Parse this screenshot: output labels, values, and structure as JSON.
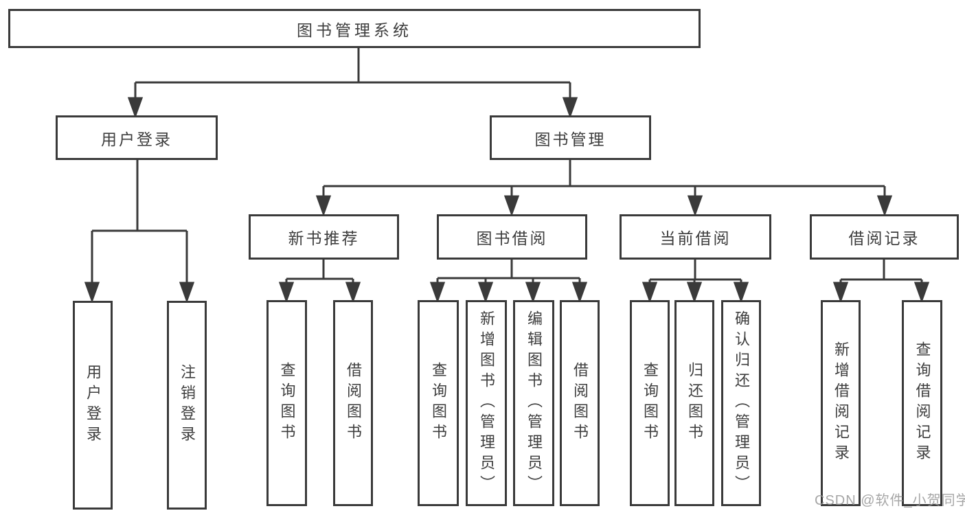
{
  "tree": {
    "label": "图书管理系统",
    "children": [
      {
        "label": "用户登录",
        "children": [
          {
            "label": "用户登录"
          },
          {
            "label": "注销登录"
          }
        ]
      },
      {
        "label": "图书管理",
        "children": [
          {
            "label": "新书推荐",
            "children": [
              {
                "label": "查询图书"
              },
              {
                "label": "借阅图书"
              }
            ]
          },
          {
            "label": "图书借阅",
            "children": [
              {
                "label": "查询图书"
              },
              {
                "label": "新增图书（管理员）"
              },
              {
                "label": "编辑图书（管理员）"
              },
              {
                "label": "借阅图书"
              }
            ]
          },
          {
            "label": "当前借阅",
            "children": [
              {
                "label": "查询图书"
              },
              {
                "label": "归还图书"
              },
              {
                "label": "确认归还（管理员）"
              }
            ]
          },
          {
            "label": "借阅记录",
            "children": [
              {
                "label": "新增借阅记录"
              },
              {
                "label": "查询借阅记录"
              }
            ]
          }
        ]
      }
    ]
  },
  "watermark": {
    "text": "CSDN @软件_小贺同学"
  },
  "colors": {
    "line": "#3a3a3a",
    "box_border": "#3a3a3a",
    "text": "#3d3d3d",
    "watermark": "#969696",
    "background": "#ffffff"
  }
}
